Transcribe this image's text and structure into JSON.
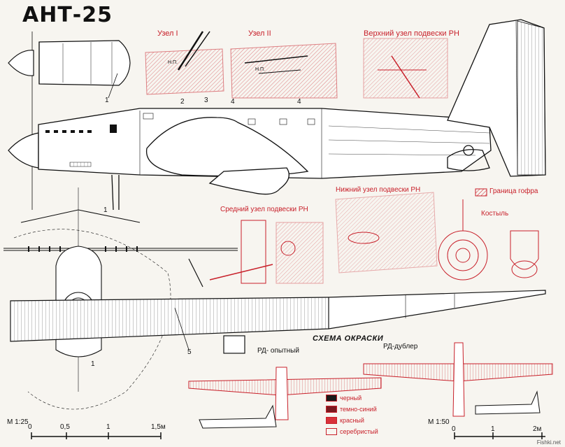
{
  "title": "АНТ-25",
  "watermark": "Fishki.net",
  "callouts": {
    "node1": "Узел I",
    "node2": "Узел II",
    "upper_rudder": "Верхний узел подвески РН",
    "lower_rudder": "Нижний узел подвески РН",
    "middle_rudder": "Средний узел подвески РН",
    "fairing_edge": "Граница гофра",
    "tailskid": "Костыль",
    "np": "Н.П."
  },
  "part_numbers": [
    "1",
    "2",
    "3",
    "4",
    "4",
    "1",
    "1",
    "5"
  ],
  "paint_scheme": {
    "heading": "СХЕМА ОКРАСКИ",
    "variant_a": "РД- опытный",
    "variant_b": "РД-дублер",
    "legend": [
      {
        "label": "черный",
        "fill": "#1a1a1a"
      },
      {
        "label": "темно-синий",
        "fill": "#7a1a20"
      },
      {
        "label": "красный",
        "fill": "#d8323a"
      },
      {
        "label": "серебристый",
        "fill": "#f7f5f0"
      }
    ]
  },
  "scales": [
    {
      "name": "М 1:25",
      "ticks": [
        "0",
        "0,5",
        "1",
        "1,5м"
      ]
    },
    {
      "name": "М 1:50",
      "ticks": [
        "0",
        "1",
        "2м"
      ]
    }
  ],
  "colors": {
    "ink": "#111111",
    "red": "#c8202a",
    "paper": "#f7f5f0"
  }
}
